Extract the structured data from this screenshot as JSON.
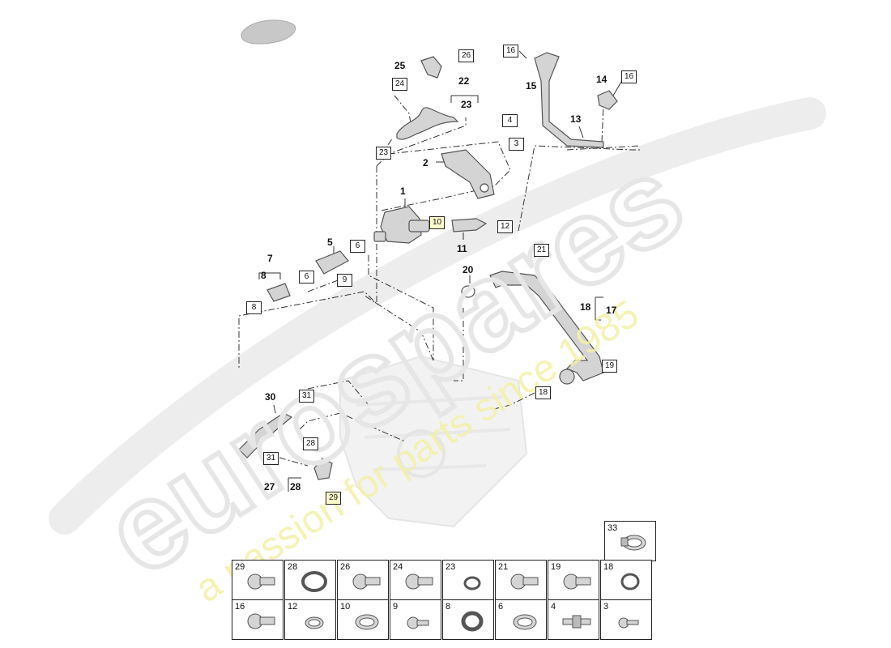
{
  "watermark": {
    "brand": "eurospares",
    "tagline": "a passion for parts since 1985"
  },
  "callouts": {
    "c1": "1",
    "c2": "2",
    "c5": "5",
    "c7": "7",
    "c8": "8",
    "c11": "11",
    "c13": "13",
    "c14": "14",
    "c15": "15",
    "c17": "17",
    "c18": "18",
    "c20": "20",
    "c22": "22",
    "c23": "23",
    "c25": "25",
    "c27": "27",
    "c28": "28",
    "c30": "30"
  },
  "boxes": {
    "b3": "3",
    "b4": "4",
    "b6a": "6",
    "b6b": "6",
    "b8": "8",
    "b9": "9",
    "b10": "10",
    "b12": "12",
    "b16a": "16",
    "b16b": "16",
    "b18": "18",
    "b19": "19",
    "b21": "21",
    "b23": "23",
    "b24": "24",
    "b26": "26",
    "b28": "28",
    "b29": "29",
    "b31a": "31",
    "b31b": "31"
  },
  "parts_grid": {
    "row0": [
      "33"
    ],
    "row1": [
      "29",
      "28",
      "26",
      "24",
      "23",
      "21",
      "19",
      "18"
    ],
    "row2": [
      "16",
      "12",
      "10",
      "9",
      "8",
      "6",
      "4",
      "3"
    ]
  },
  "colors": {
    "part_fill": "#d4d4d4",
    "part_stroke": "#555555",
    "line": "#333333",
    "watermark_gray": "#e6e6e6",
    "watermark_yellow": "#f3f1a8"
  }
}
